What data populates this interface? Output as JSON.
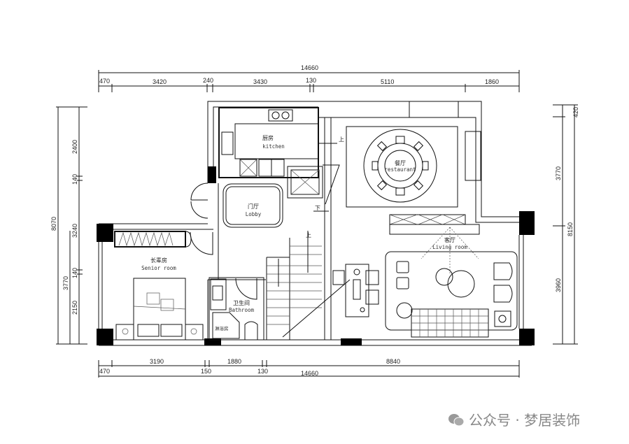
{
  "dimensions": {
    "top_total": "14660",
    "top_chain": [
      "470",
      "3420",
      "240",
      "3430",
      "130",
      "5110",
      "1860"
    ],
    "bottom_chain": [
      "470",
      "3190",
      "150",
      "1880",
      "130",
      "8840"
    ],
    "bottom_total": "14660",
    "left_total": "8070",
    "left_chain": [
      "2400",
      "140",
      "3240",
      "140",
      "2150"
    ],
    "left_sub": "3770",
    "right_chain": [
      "420",
      "3770",
      "3960"
    ],
    "right_total": "8150"
  },
  "rooms": {
    "kitchen": {
      "cn": "厨房",
      "en": "kitchen"
    },
    "lobby": {
      "cn": "门厅",
      "en": "Lobby"
    },
    "restaurant": {
      "cn": "餐厅",
      "en": "restaurant"
    },
    "living": {
      "cn": "客厅",
      "en": "Living room"
    },
    "senior": {
      "cn": "长辈房",
      "en": "Senior room"
    },
    "bathroom": {
      "cn": "卫生间",
      "en": "Bathroom"
    },
    "shower": {
      "cn": "淋浴房"
    }
  },
  "stair_marks": {
    "up1": "上",
    "down": "下",
    "up2": "上"
  },
  "watermark": {
    "text": "公众号 · 梦居装饰",
    "icon": "wechat-icon"
  }
}
